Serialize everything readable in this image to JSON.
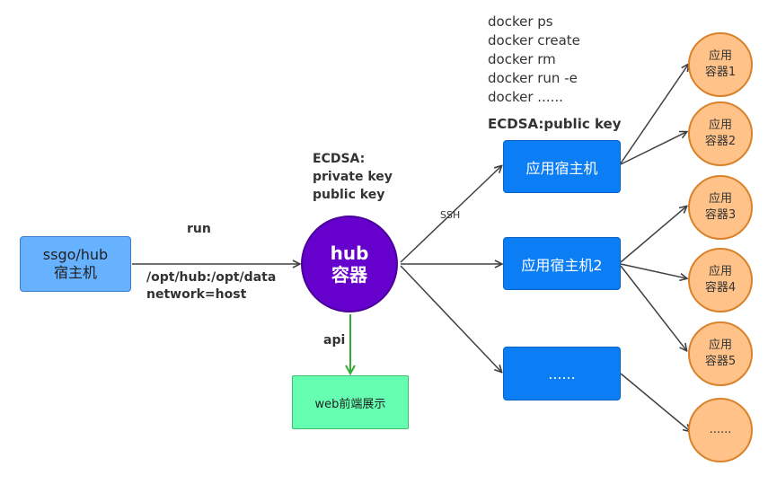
{
  "source_host": {
    "line1": "ssgo/hub",
    "line2": "宿主机"
  },
  "run_label": "run",
  "mount_label": "/opt/hub:/opt/data",
  "network_label": "network=host",
  "hub_keys": {
    "line1": "ECDSA:",
    "line2": "private key",
    "line3": "public key"
  },
  "hub": {
    "line1": "hub",
    "line2": "容器"
  },
  "api_label": "api",
  "web": {
    "label": "web前端展示"
  },
  "ssh_label": "SSH",
  "commands": [
    "docker ps",
    "docker create",
    "docker rm",
    "docker run -e",
    "docker ......"
  ],
  "app_key_label": "ECDSA:public key",
  "app_hosts": [
    "应用宿主机",
    "应用宿主机2",
    "......"
  ],
  "app_containers": [
    {
      "line1": "应用",
      "line2": "容器1"
    },
    {
      "line1": "应用",
      "line2": "容器2"
    },
    {
      "line1": "应用",
      "line2": "容器3"
    },
    {
      "line1": "应用",
      "line2": "容器4"
    },
    {
      "line1": "应用",
      "line2": "容器5"
    },
    {
      "line1": "......",
      "line2": ""
    }
  ],
  "colors": {
    "arrow": "#404040",
    "api_arrow": "#33aa33",
    "hub_fill": "#6600cc",
    "host_fill": "#0b7ef5",
    "source_fill": "#66b2ff",
    "web_fill": "#66ffb2",
    "container_fill": "#ffc38a"
  }
}
